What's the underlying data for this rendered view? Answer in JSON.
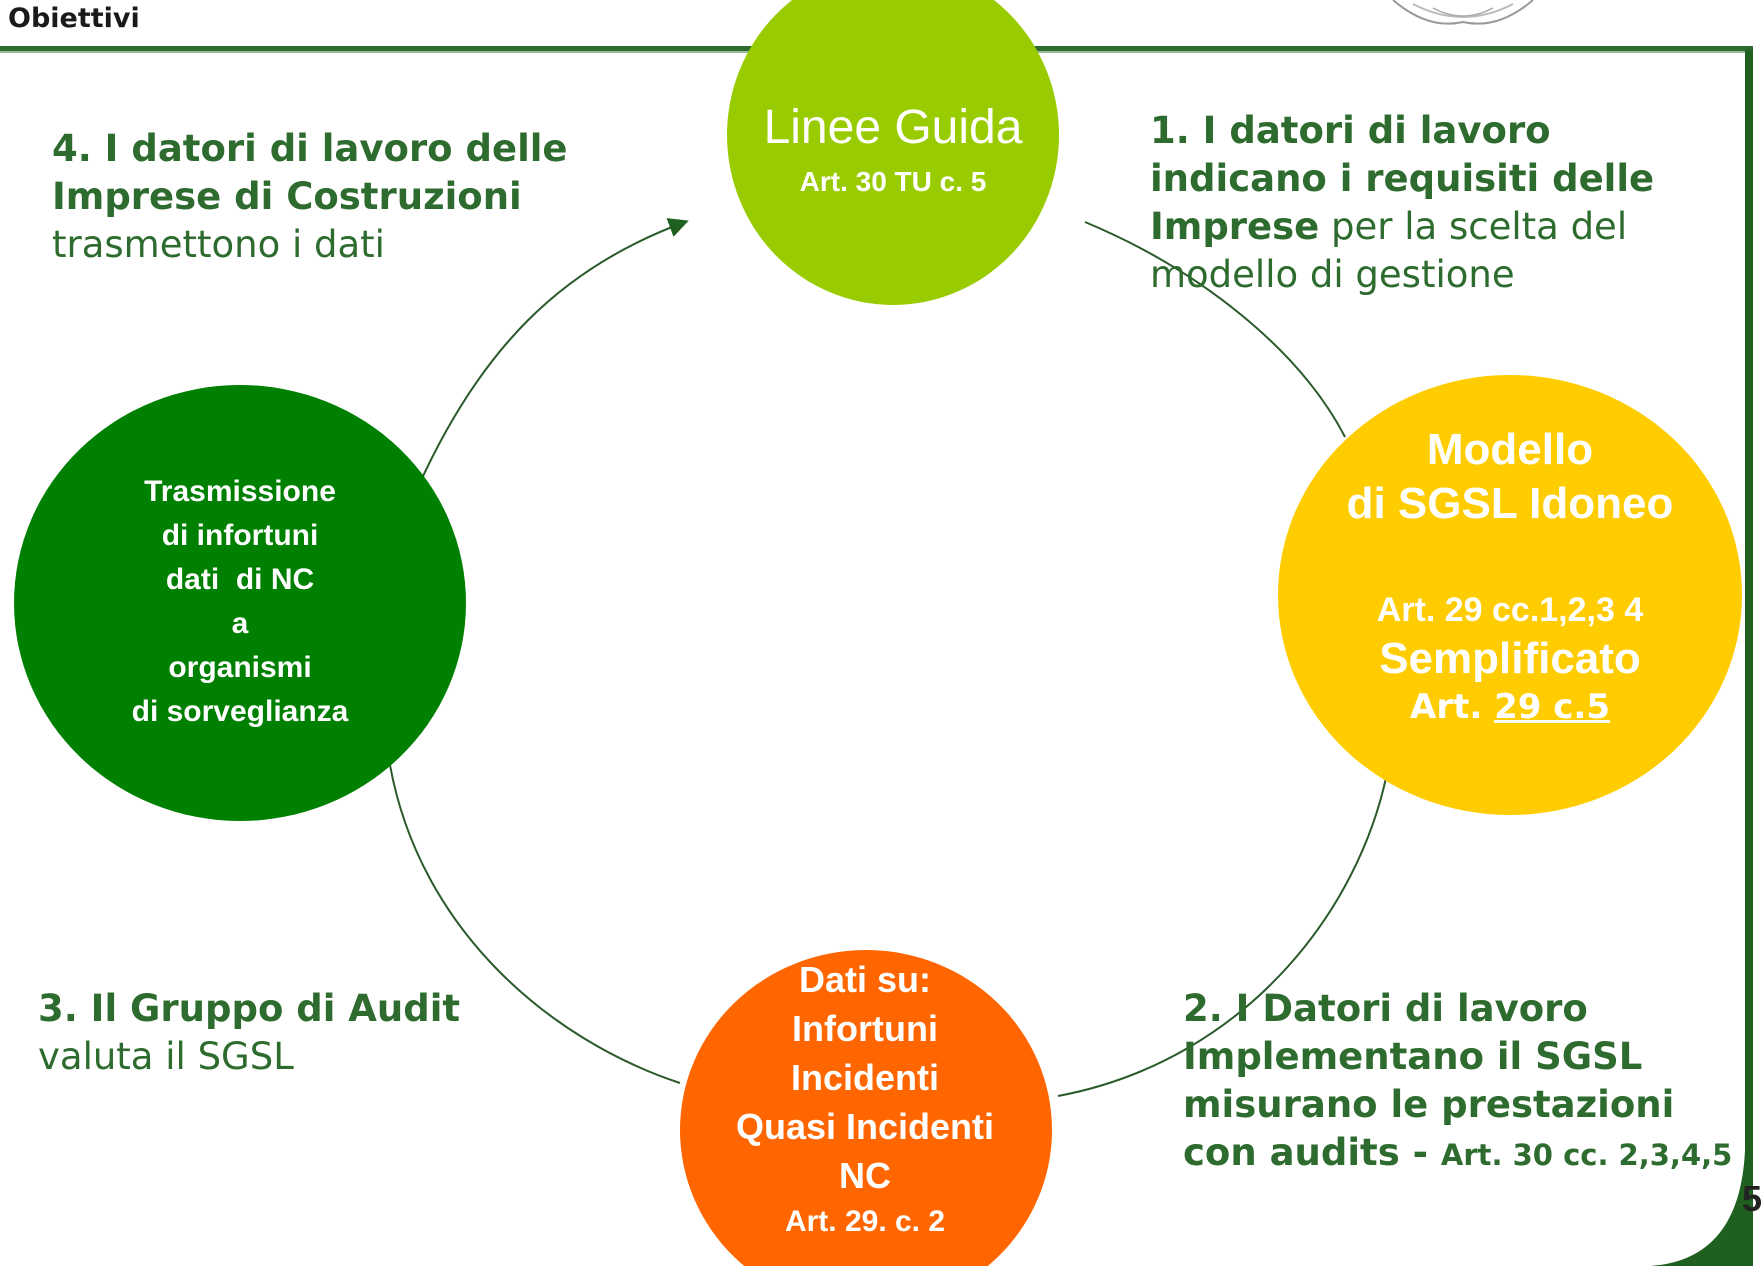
{
  "header": {
    "title": "Obiettivi"
  },
  "page_number": "5",
  "nodes": {
    "linee_guida": {
      "title": "Linee Guida",
      "subtitle": "Art. 30 TU c. 5",
      "color": "#99cc00"
    },
    "modello": {
      "line1": "Modello",
      "line2": "di SGSL Idoneo",
      "line3": "Art. 29 cc.1,2,3 4",
      "line4": "Semplificato",
      "line5_prefix": "Art. ",
      "line5_link": "29 c.5",
      "color": "#ffcc00"
    },
    "dati": {
      "lines": [
        "Dati su:",
        "Infortuni",
        "Incidenti",
        "Quasi Incidenti",
        "NC",
        "Art. 29. c. 2"
      ],
      "color": "#ff6600"
    },
    "trasmissione": {
      "lines": [
        "Trasmissione",
        "di infortuni",
        "dati  di NC",
        "a",
        "organismi",
        "di sorveglianza"
      ],
      "color": "#008000"
    }
  },
  "steps": {
    "step1": {
      "bold": "1. I datori di lavoro indicano i requisiti delle Imprese",
      "normal": " per la scelta del modello di gestione"
    },
    "step2": {
      "bold": "2. I Datori di lavoro Implementano il SGSL misurano le prestazioni con audits - ",
      "small": "Art. 30 cc. 2,3,4,5"
    },
    "step3": {
      "bold": "3. Il Gruppo di Audit",
      "normal": "valuta il SGSL"
    },
    "step4": {
      "bold": "4. I datori di lavoro delle Imprese di Costruzioni",
      "normal": "trasmettono i dati"
    }
  }
}
